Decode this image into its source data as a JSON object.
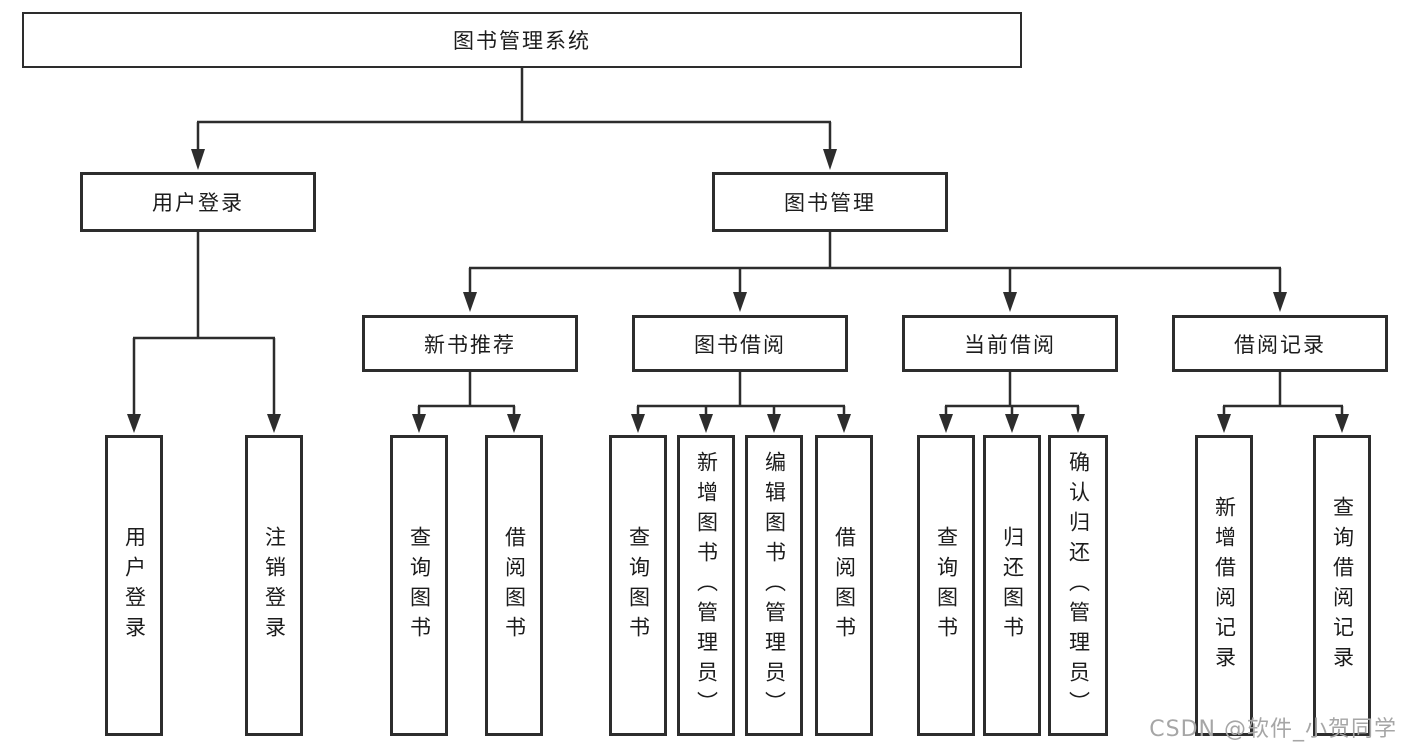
{
  "diagram": {
    "root": {
      "label": "图书管理系统"
    },
    "branches": [
      {
        "label": "用户登录",
        "children": [
          {
            "label": "用户登录"
          },
          {
            "label": "注销登录"
          }
        ]
      },
      {
        "label": "图书管理",
        "groups": [
          {
            "label": "新书推荐",
            "children": [
              {
                "label": "查询图书"
              },
              {
                "label": "借阅图书"
              }
            ]
          },
          {
            "label": "图书借阅",
            "children": [
              {
                "label": "查询图书"
              },
              {
                "label": "新增图书（管理员）"
              },
              {
                "label": "编辑图书（管理员）"
              },
              {
                "label": "借阅图书"
              }
            ]
          },
          {
            "label": "当前借阅",
            "children": [
              {
                "label": "查询图书"
              },
              {
                "label": "归还图书"
              },
              {
                "label": "确认归还（管理员）"
              }
            ]
          },
          {
            "label": "借阅记录",
            "children": [
              {
                "label": "新增借阅记录"
              },
              {
                "label": "查询借阅记录"
              }
            ]
          }
        ]
      }
    ]
  },
  "watermark": {
    "text": "CSDN @软件_小贺同学"
  },
  "colors": {
    "line": "#2d2d2d",
    "box_background": "#ffffff",
    "text": "#1c1c1c",
    "watermark": "#a6a6a6"
  }
}
